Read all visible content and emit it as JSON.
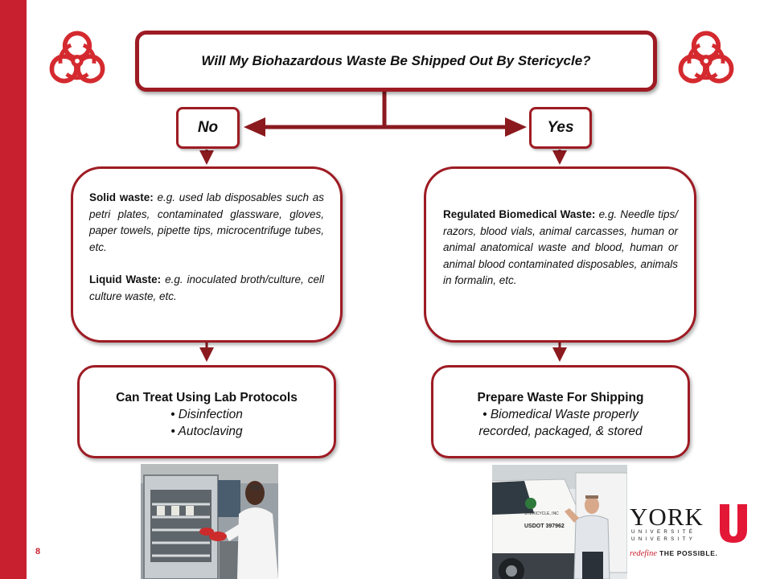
{
  "title": "Will My Biohazardous Waste Be Shipped Out By Stericycle?",
  "branches": {
    "no": "No",
    "yes": "Yes"
  },
  "no_panel": {
    "solid_label": "Solid waste:",
    "solid_text": "e.g. used lab disposables such as petri plates, contaminated glassware, gloves, paper towels, pipette tips, microcentrifuge tubes, etc.",
    "liquid_label": "Liquid Waste:",
    "liquid_text": "e.g. inoculated broth/culture, cell culture waste, etc."
  },
  "yes_panel": {
    "label": "Regulated Biomedical Waste:",
    "text": "e.g. Needle tips/ razors, blood vials, animal carcasses, human or animal anatomical waste and blood, human or animal blood contaminated disposables, animals in formalin, etc."
  },
  "no_outcome": {
    "heading": "Can Treat Using Lab Protocols",
    "bullets": [
      "• Disinfection",
      "• Autoclaving"
    ]
  },
  "yes_outcome": {
    "heading": "Prepare Waste For Shipping",
    "bullets": [
      "• Biomedical Waste properly recorded, packaged, & stored"
    ]
  },
  "truck_text": {
    "company": "STERICYCLE, INC",
    "usdot": "USDOT 397962"
  },
  "logo": {
    "name": "YORK",
    "line1": "UNIVERSITÉ",
    "line2": "UNIVERSITY",
    "tag_italic": "redefine",
    "tag_caps": "THE POSSIBLE."
  },
  "page_number": "8",
  "colors": {
    "accent": "#c8202f",
    "border": "#9e1b23",
    "arrow": "#8b1a1f"
  },
  "icons": [
    "biohazard-icon"
  ]
}
